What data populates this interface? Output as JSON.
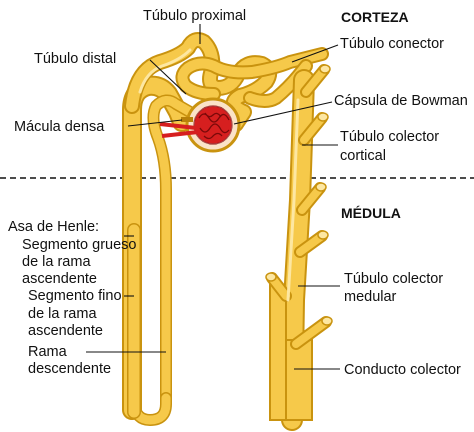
{
  "regions": {
    "cortex": "CORTEZA",
    "medulla": "MÉDULA"
  },
  "labels": {
    "proximal_tubule": "Túbulo proximal",
    "distal_tubule": "Túbulo distal",
    "macula_densa": "Mácula densa",
    "connecting_tubule": "Túbulo conector",
    "bowman_capsule": "Cápsula de Bowman",
    "cortical_collecting_1": "Túbulo colector",
    "cortical_collecting_2": "cortical",
    "henle_title": "Asa de Henle:",
    "thick_ascending_1": "Segmento grueso",
    "thick_ascending_2": "de la rama",
    "thick_ascending_3": "ascendente",
    "thin_ascending_1": "Segmento fino",
    "thin_ascending_2": "de la rama",
    "thin_ascending_3": "ascendente",
    "descending_1": "Rama",
    "descending_2": "descendente",
    "medullary_collecting_1": "Túbulo colector",
    "medullary_collecting_2": "medular",
    "collecting_duct": "Conducto colector"
  },
  "colors": {
    "tubule_fill": "#f6c94a",
    "tubule_outline": "#c9930f",
    "tubule_highlight": "#fde7a2",
    "glomerulus": "#d61f1f",
    "capsule": "#fbe3c8",
    "text": "#111111"
  }
}
